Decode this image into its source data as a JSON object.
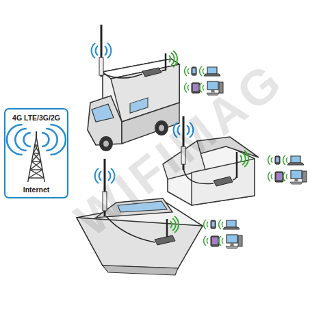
{
  "diagram": {
    "nodes": [
      {
        "text": [
          "4G LTE/3G/2G",
          "Internet"
        ]
      }
    ],
    "edges": [],
    "labels": [
      "WIFIMAG"
    ]
  }
}
